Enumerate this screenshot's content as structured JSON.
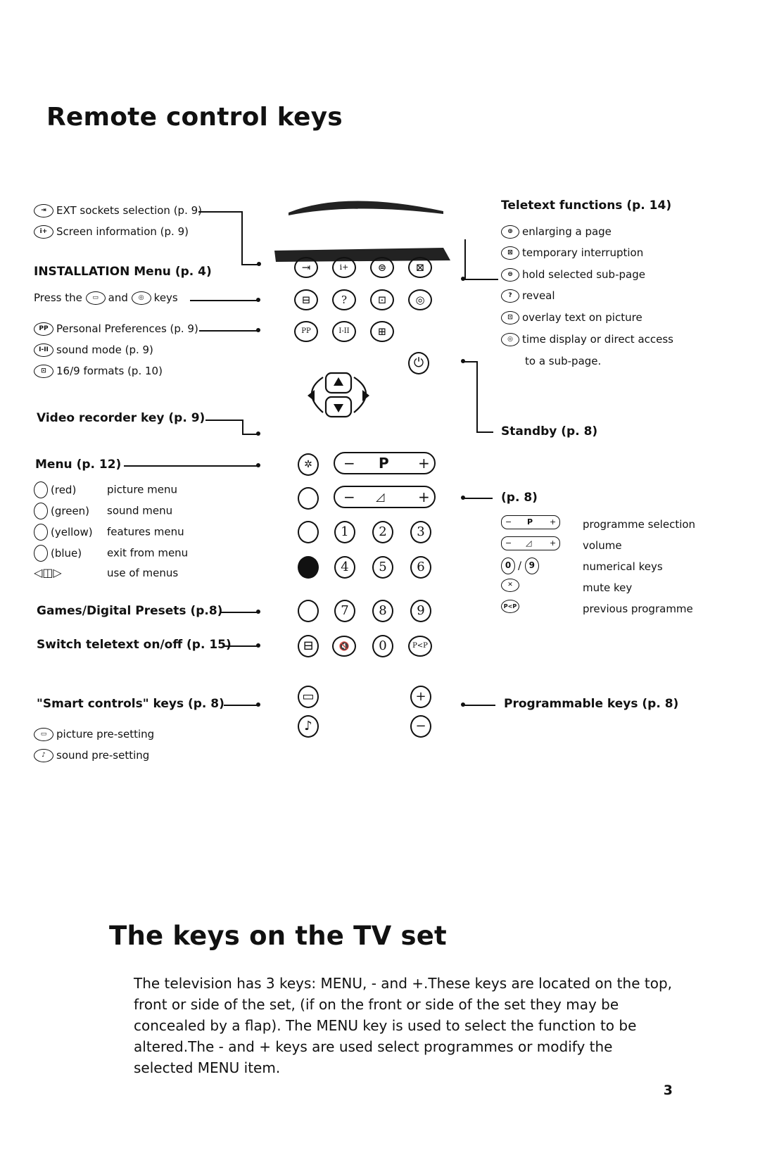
{
  "title": "Remote control keys",
  "left": {
    "ext": "EXT sockets selection (p. 9)",
    "screen": "Screen information (p. 9)",
    "install_head": "INSTALLATION Menu (p. 4)",
    "press_the": "Press the",
    "and": "and",
    "keys": "keys",
    "personal": "Personal Preferences (p. 9)",
    "sound_mode": "sound mode (p. 9)",
    "formats": "16/9 formats (p. 10)",
    "video": "Video recorder key (p. 9)",
    "menu": "Menu (p. 12)",
    "colors": [
      {
        "name": "(red)",
        "desc": "picture menu"
      },
      {
        "name": "(green)",
        "desc": "sound menu"
      },
      {
        "name": "(yellow)",
        "desc": "features menu"
      },
      {
        "name": "(blue)",
        "desc": "exit from menu"
      }
    ],
    "use_menus": "use of menus",
    "games": "Games/Digital Presets (p.8)",
    "switch": "Switch teletext on/off (p. 15)",
    "smart": "\"Smart controls\" keys (p. 8)",
    "picture_pre": "picture pre-setting",
    "sound_pre": "sound pre-setting"
  },
  "right": {
    "teletext_head": "Teletext functions (p. 14)",
    "items": [
      "enlarging a page",
      "temporary interruption",
      "hold selected sub-page",
      "reveal",
      "overlay text on picture",
      "time display or direct access"
    ],
    "subpage": "to a sub-page.",
    "standby": "Standby (p. 8)",
    "p8": "(p. 8)",
    "legend": [
      {
        "key": "programme-selection",
        "desc": "programme selection"
      },
      {
        "key": "volume",
        "desc": "volume"
      },
      {
        "key": "numerical",
        "desc": "numerical keys"
      },
      {
        "key": "mute",
        "desc": "mute key"
      },
      {
        "key": "previous",
        "desc": "previous programme"
      }
    ],
    "num_sep": "/",
    "programmable": "Programmable keys (p. 8)"
  },
  "remote": {
    "p_label": "P",
    "minus": "−",
    "plus": "+",
    "i_ii": "I-II",
    "digits": [
      "1",
      "2",
      "3",
      "4",
      "5",
      "6",
      "7",
      "8",
      "9",
      "0"
    ],
    "pp": "P<P"
  },
  "section2": {
    "title": "The keys on the TV set",
    "paragraph": "The television has 3 keys: MENU, - and +.These keys are located on the top, front or side of the set, (if on the front or side of the set they may be concealed by a flap). The MENU key is used to select the function to be altered.The - and + keys are used select programmes or modify the selected MENU item."
  },
  "page_number": "3"
}
